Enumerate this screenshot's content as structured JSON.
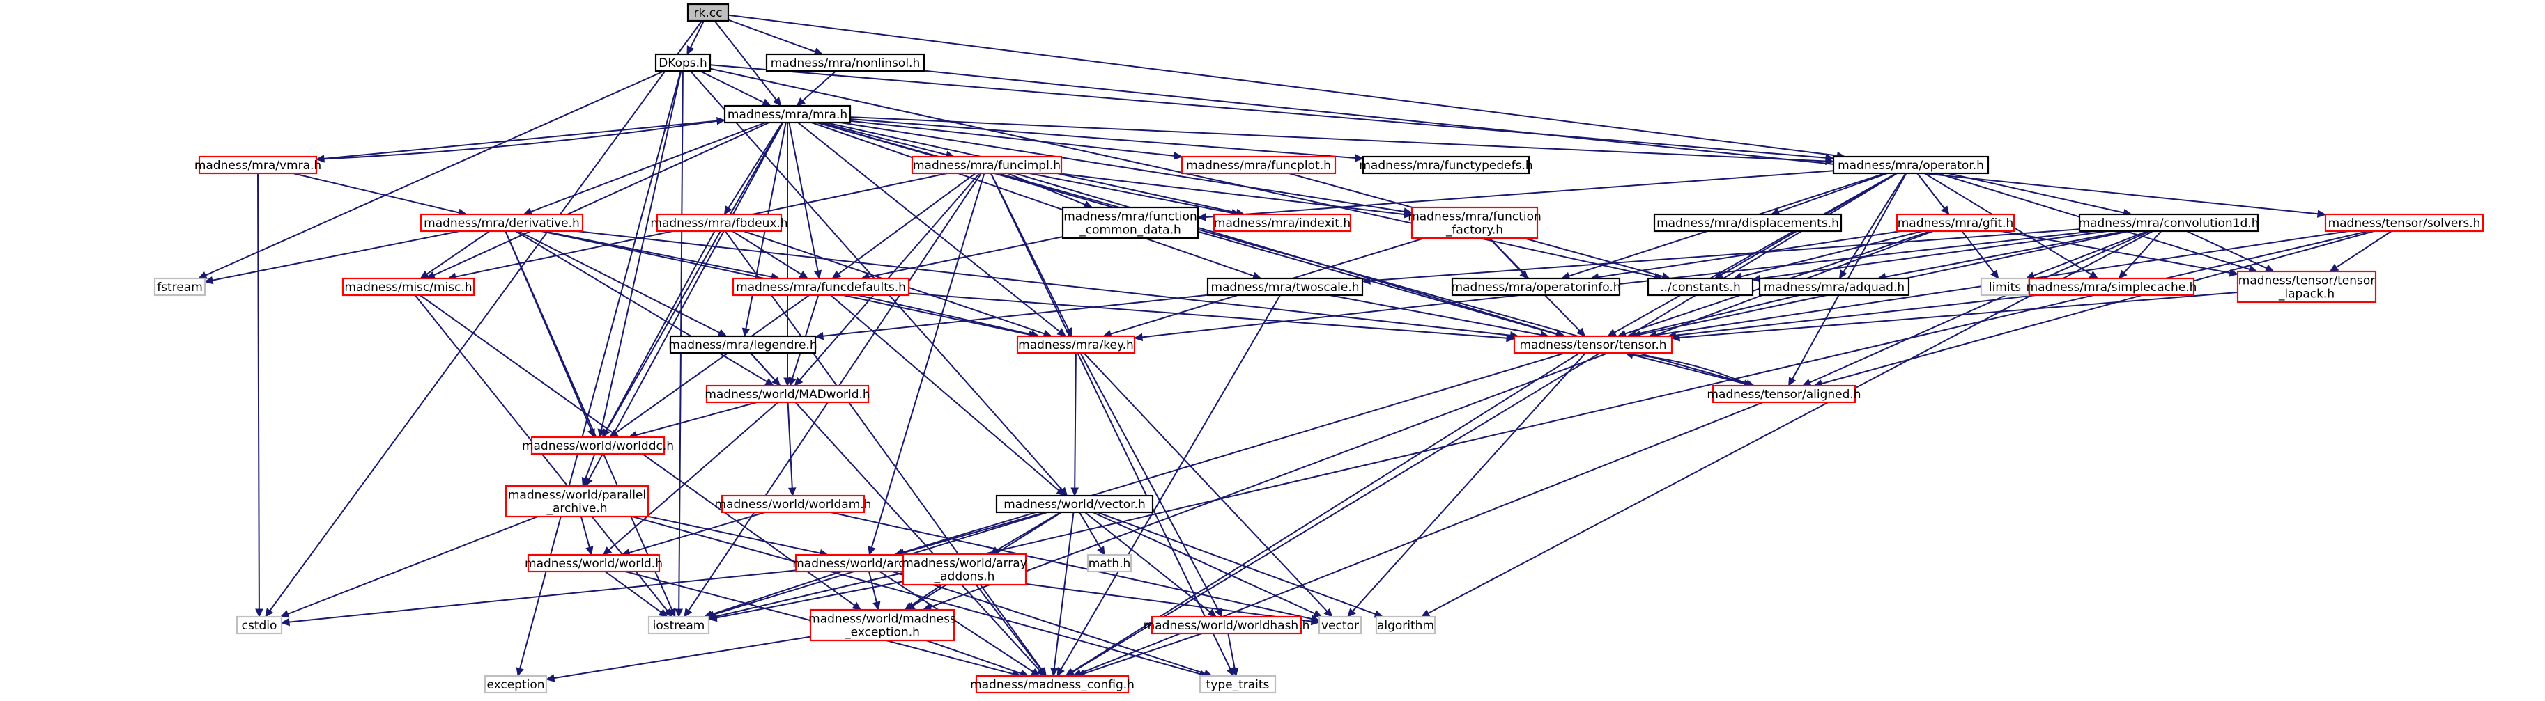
{
  "colors": {
    "edge": "#191970",
    "border_normal": "#000000",
    "border_link": "#ff0000",
    "border_external": "#bfbfbf",
    "fill_root": "#bfbfbf",
    "fill_default": "#ffffff"
  },
  "nodes": [
    {
      "id": "rk",
      "label": "rk.cc",
      "kind": "root"
    },
    {
      "id": "dkops",
      "label": "DKops.h",
      "kind": "normal"
    },
    {
      "id": "nonlinsol",
      "label": "madness/mra/nonlinsol.h",
      "kind": "normal"
    },
    {
      "id": "mra",
      "label": "madness/mra/mra.h",
      "kind": "normal"
    },
    {
      "id": "vmra",
      "label": "madness/mra/vmra.h",
      "kind": "link"
    },
    {
      "id": "funcimpl",
      "label": "madness/mra/funcimpl.h",
      "kind": "link"
    },
    {
      "id": "funcplot",
      "label": "madness/mra/funcplot.h",
      "kind": "link"
    },
    {
      "id": "functypedefs",
      "label": "madness/mra/functypedefs.h",
      "kind": "normal"
    },
    {
      "id": "operator",
      "label": "madness/mra/operator.h",
      "kind": "normal"
    },
    {
      "id": "solvers",
      "label": "madness/tensor/solvers.h",
      "kind": "link"
    },
    {
      "id": "derivative",
      "label": "madness/mra/derivative.h",
      "kind": "link"
    },
    {
      "id": "fbdeux",
      "label": "madness/mra/fbdeux.h",
      "kind": "link"
    },
    {
      "id": "funccommon",
      "label": "madness/mra/function\n_common_data.h",
      "kind": "normal"
    },
    {
      "id": "indexit",
      "label": "madness/mra/indexit.h",
      "kind": "link"
    },
    {
      "id": "funcfactory",
      "label": "madness/mra/function\n_factory.h",
      "kind": "link"
    },
    {
      "id": "displacements",
      "label": "madness/mra/displacements.h",
      "kind": "normal"
    },
    {
      "id": "gfit",
      "label": "madness/mra/gfit.h",
      "kind": "link"
    },
    {
      "id": "conv1d",
      "label": "madness/mra/convolution1d.h",
      "kind": "normal"
    },
    {
      "id": "fstream",
      "label": "fstream",
      "kind": "external"
    },
    {
      "id": "misc",
      "label": "madness/misc/misc.h",
      "kind": "link"
    },
    {
      "id": "funcdefaults",
      "label": "madness/mra/funcdefaults.h",
      "kind": "link"
    },
    {
      "id": "twoscale",
      "label": "madness/mra/twoscale.h",
      "kind": "normal"
    },
    {
      "id": "operatorinfo",
      "label": "madness/mra/operatorinfo.h",
      "kind": "normal"
    },
    {
      "id": "constants",
      "label": "../constants.h",
      "kind": "normal"
    },
    {
      "id": "adquad",
      "label": "madness/mra/adquad.h",
      "kind": "normal"
    },
    {
      "id": "limits",
      "label": "limits",
      "kind": "external"
    },
    {
      "id": "simplecache",
      "label": "madness/mra/simplecache.h",
      "kind": "link"
    },
    {
      "id": "tensorlapack",
      "label": "madness/tensor/tensor\n_lapack.h",
      "kind": "link"
    },
    {
      "id": "legendre",
      "label": "madness/mra/legendre.h",
      "kind": "normal"
    },
    {
      "id": "key",
      "label": "madness/mra/key.h",
      "kind": "link"
    },
    {
      "id": "tensor",
      "label": "madness/tensor/tensor.h",
      "kind": "link"
    },
    {
      "id": "madworld",
      "label": "madness/world/MADworld.h",
      "kind": "link"
    },
    {
      "id": "aligned",
      "label": "madness/tensor/aligned.h",
      "kind": "link"
    },
    {
      "id": "worlddc",
      "label": "madness/world/worlddc.h",
      "kind": "link"
    },
    {
      "id": "parallelarchive",
      "label": "madness/world/parallel\n_archive.h",
      "kind": "link"
    },
    {
      "id": "worldam",
      "label": "madness/world/worldam.h",
      "kind": "link"
    },
    {
      "id": "vector",
      "label": "madness/world/vector.h",
      "kind": "normal"
    },
    {
      "id": "worldh",
      "label": "madness/world/world.h",
      "kind": "link"
    },
    {
      "id": "archive",
      "label": "madness/world/archive.h",
      "kind": "link"
    },
    {
      "id": "arrayaddons",
      "label": "madness/world/array\n_addons.h",
      "kind": "link"
    },
    {
      "id": "math",
      "label": "math.h",
      "kind": "external"
    },
    {
      "id": "cstdio",
      "label": "cstdio",
      "kind": "external"
    },
    {
      "id": "iostream",
      "label": "iostream",
      "kind": "external"
    },
    {
      "id": "madexception",
      "label": "madness/world/madness\n_exception.h",
      "kind": "link"
    },
    {
      "id": "worldhash",
      "label": "madness/world/worldhash.h",
      "kind": "link"
    },
    {
      "id": "vectorstd",
      "label": "vector",
      "kind": "external"
    },
    {
      "id": "algorithm",
      "label": "algorithm",
      "kind": "external"
    },
    {
      "id": "exception",
      "label": "exception",
      "kind": "external"
    },
    {
      "id": "config",
      "label": "madness/madness_config.h",
      "kind": "link"
    },
    {
      "id": "typetraits",
      "label": "type_traits",
      "kind": "external"
    }
  ],
  "edges": [
    [
      "rk",
      "dkops"
    ],
    [
      "rk",
      "nonlinsol"
    ],
    [
      "rk",
      "mra"
    ],
    [
      "rk",
      "operator"
    ],
    [
      "rk",
      "cstdio"
    ],
    [
      "dkops",
      "mra"
    ],
    [
      "dkops",
      "operator"
    ],
    [
      "dkops",
      "constants"
    ],
    [
      "dkops",
      "fstream"
    ],
    [
      "dkops",
      "iostream"
    ],
    [
      "dkops",
      "exception"
    ],
    [
      "dkops",
      "vector"
    ],
    [
      "dkops",
      "worlddc"
    ],
    [
      "nonlinsol",
      "mra"
    ],
    [
      "nonlinsol",
      "solvers"
    ],
    [
      "mra",
      "vmra"
    ],
    [
      "mra",
      "funcimpl"
    ],
    [
      "mra",
      "funcplot"
    ],
    [
      "mra",
      "functypedefs"
    ],
    [
      "mra",
      "operator"
    ],
    [
      "mra",
      "derivative"
    ],
    [
      "mra",
      "fbdeux"
    ],
    [
      "mra",
      "misc"
    ],
    [
      "mra",
      "funcdefaults"
    ],
    [
      "mra",
      "twoscale"
    ],
    [
      "mra",
      "legendre"
    ],
    [
      "mra",
      "madworld"
    ],
    [
      "mra",
      "indexit"
    ],
    [
      "mra",
      "funcfactory"
    ],
    [
      "mra",
      "tensor"
    ],
    [
      "mra",
      "parallelarchive"
    ],
    [
      "mra",
      "worlddc"
    ],
    [
      "mra",
      "key"
    ],
    [
      "mra",
      "aligned"
    ],
    [
      "vmra",
      "mra"
    ],
    [
      "vmra",
      "derivative"
    ],
    [
      "vmra",
      "cstdio"
    ],
    [
      "funcimpl",
      "funccommon"
    ],
    [
      "funcimpl",
      "indexit"
    ],
    [
      "funcimpl",
      "funcfactory"
    ],
    [
      "funcimpl",
      "misc"
    ],
    [
      "funcimpl",
      "funcdefaults"
    ],
    [
      "funcimpl",
      "key"
    ],
    [
      "funcimpl",
      "tensor"
    ],
    [
      "funcimpl",
      "madworld"
    ],
    [
      "funcimpl",
      "iostream"
    ],
    [
      "funcimpl",
      "typetraits"
    ],
    [
      "funcimpl",
      "archive"
    ],
    [
      "funcplot",
      "constants"
    ],
    [
      "operator",
      "displacements"
    ],
    [
      "operator",
      "gfit"
    ],
    [
      "operator",
      "conv1d"
    ],
    [
      "operator",
      "funccommon"
    ],
    [
      "operator",
      "simplecache"
    ],
    [
      "operator",
      "constants"
    ],
    [
      "operator",
      "limits"
    ],
    [
      "operator",
      "tensorlapack"
    ],
    [
      "operator",
      "tensor"
    ],
    [
      "operator",
      "adquad"
    ],
    [
      "operator",
      "config"
    ],
    [
      "operator",
      "operatorinfo"
    ],
    [
      "operator",
      "aligned"
    ],
    [
      "solvers",
      "tensorlapack"
    ],
    [
      "solvers",
      "tensor"
    ],
    [
      "solvers",
      "iostream"
    ],
    [
      "solvers",
      "aligned"
    ],
    [
      "derivative",
      "misc"
    ],
    [
      "derivative",
      "funcdefaults"
    ],
    [
      "derivative",
      "fstream"
    ],
    [
      "derivative",
      "tensor"
    ],
    [
      "derivative",
      "key"
    ],
    [
      "derivative",
      "madworld"
    ],
    [
      "derivative",
      "worlddc"
    ],
    [
      "derivative",
      "iostream"
    ],
    [
      "derivative",
      "legendre"
    ],
    [
      "fbdeux",
      "funcdefaults"
    ],
    [
      "fbdeux",
      "worlddc"
    ],
    [
      "fbdeux",
      "key"
    ],
    [
      "fbdeux",
      "config"
    ],
    [
      "funccommon",
      "funcdefaults"
    ],
    [
      "funcfactory",
      "operatorinfo"
    ],
    [
      "funcfactory",
      "key"
    ],
    [
      "funcfactory",
      "tensor"
    ],
    [
      "gfit",
      "constants"
    ],
    [
      "gfit",
      "tensor"
    ],
    [
      "gfit",
      "operatorinfo"
    ],
    [
      "gfit",
      "tensorlapack"
    ],
    [
      "gfit",
      "madexception"
    ],
    [
      "conv1d",
      "constants"
    ],
    [
      "conv1d",
      "limits"
    ],
    [
      "conv1d",
      "simplecache"
    ],
    [
      "conv1d",
      "tensorlapack"
    ],
    [
      "conv1d",
      "key"
    ],
    [
      "conv1d",
      "twoscale"
    ],
    [
      "conv1d",
      "adquad"
    ],
    [
      "conv1d",
      "tensor"
    ],
    [
      "conv1d",
      "aligned"
    ],
    [
      "conv1d",
      "algorithm"
    ],
    [
      "misc",
      "iostream"
    ],
    [
      "misc",
      "madexception"
    ],
    [
      "funcdefaults",
      "key"
    ],
    [
      "funcdefaults",
      "tensor"
    ],
    [
      "funcdefaults",
      "madworld"
    ],
    [
      "funcdefaults",
      "worlddc"
    ],
    [
      "funcdefaults",
      "vector"
    ],
    [
      "twoscale",
      "tensor"
    ],
    [
      "twoscale",
      "legendre"
    ],
    [
      "twoscale",
      "config"
    ],
    [
      "adquad",
      "tensor"
    ],
    [
      "simplecache",
      "tensor"
    ],
    [
      "tensorlapack",
      "tensor"
    ],
    [
      "legendre",
      "madworld"
    ],
    [
      "legendre",
      "config"
    ],
    [
      "key",
      "vector"
    ],
    [
      "key",
      "worldhash"
    ],
    [
      "key",
      "vectorstd"
    ],
    [
      "tensor",
      "aligned"
    ],
    [
      "tensor",
      "archive"
    ],
    [
      "tensor",
      "config"
    ],
    [
      "tensor",
      "vectorstd"
    ],
    [
      "madworld",
      "worlddc"
    ],
    [
      "madworld",
      "worldh"
    ],
    [
      "madworld",
      "worldam"
    ],
    [
      "aligned",
      "tensor"
    ],
    [
      "aligned",
      "config"
    ],
    [
      "worlddc",
      "parallelarchive"
    ],
    [
      "parallelarchive",
      "worldh"
    ],
    [
      "parallelarchive",
      "archive"
    ],
    [
      "parallelarchive",
      "cstdio"
    ],
    [
      "parallelarchive",
      "typetraits"
    ],
    [
      "worldam",
      "worldh"
    ],
    [
      "worldam",
      "vectorstd"
    ],
    [
      "vector",
      "archive"
    ],
    [
      "vector",
      "arrayaddons"
    ],
    [
      "vector",
      "math"
    ],
    [
      "vector",
      "worldhash"
    ],
    [
      "vector",
      "madexception"
    ],
    [
      "vector",
      "config"
    ],
    [
      "vector",
      "vectorstd"
    ],
    [
      "vector",
      "algorithm"
    ],
    [
      "vector",
      "iostream"
    ],
    [
      "worldh",
      "iostream"
    ],
    [
      "worldh",
      "config"
    ],
    [
      "archive",
      "cstdio"
    ],
    [
      "archive",
      "iostream"
    ],
    [
      "archive",
      "madexception"
    ],
    [
      "archive",
      "config"
    ],
    [
      "archive",
      "vectorstd"
    ],
    [
      "archive",
      "typetraits"
    ],
    [
      "arrayaddons",
      "madexception"
    ],
    [
      "arrayaddons",
      "config"
    ],
    [
      "arrayaddons",
      "iostream"
    ],
    [
      "madexception",
      "exception"
    ],
    [
      "madexception",
      "config"
    ],
    [
      "worldhash",
      "config"
    ],
    [
      "worldhash",
      "typetraits"
    ]
  ]
}
